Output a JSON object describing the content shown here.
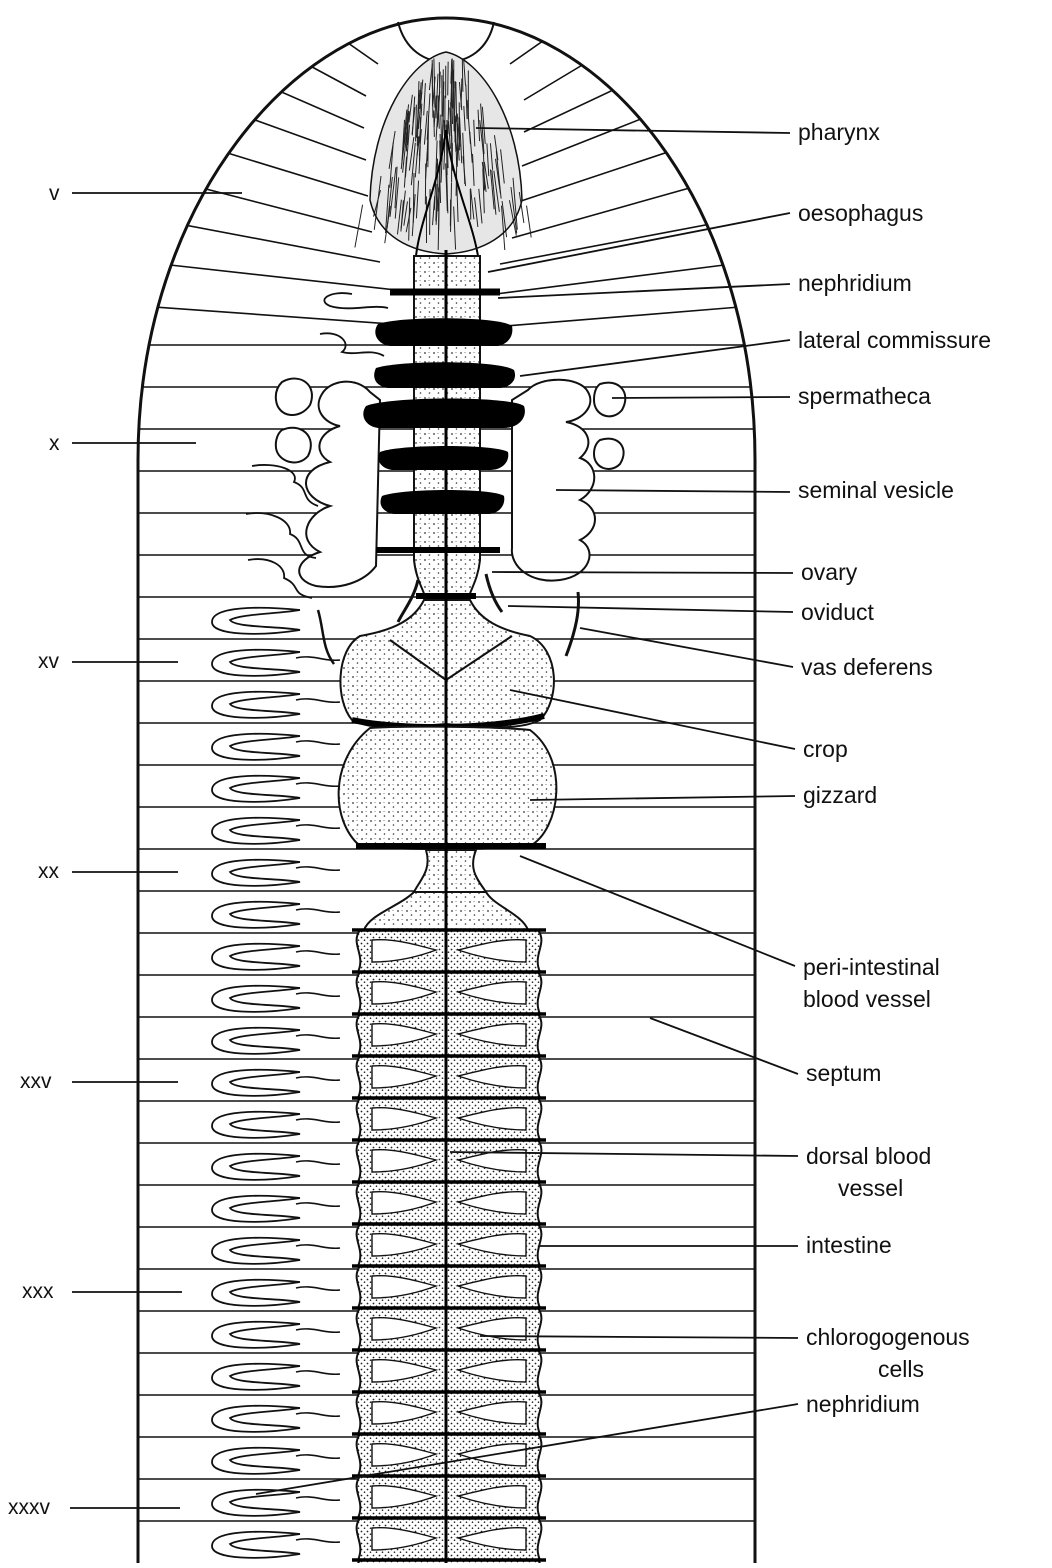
{
  "diagram": {
    "segments": [
      {
        "id": "v",
        "label": "v"
      },
      {
        "id": "x",
        "label": "x"
      },
      {
        "id": "xv",
        "label": "xv"
      },
      {
        "id": "xx",
        "label": "xx"
      },
      {
        "id": "xxv",
        "label": "xxv"
      },
      {
        "id": "xxx",
        "label": "xxx"
      },
      {
        "id": "xxxv",
        "label": "xxxv"
      }
    ],
    "labels": [
      {
        "id": "pharynx",
        "lines": [
          "pharynx"
        ]
      },
      {
        "id": "oesophagus",
        "lines": [
          "oesophagus"
        ]
      },
      {
        "id": "nephridium-1",
        "lines": [
          "nephridium"
        ]
      },
      {
        "id": "lateral-commissure",
        "lines": [
          "lateral commissure"
        ]
      },
      {
        "id": "spermatheca",
        "lines": [
          "spermatheca"
        ]
      },
      {
        "id": "seminal-vesicle",
        "lines": [
          "seminal vesicle"
        ]
      },
      {
        "id": "ovary",
        "lines": [
          "ovary"
        ]
      },
      {
        "id": "oviduct",
        "lines": [
          "oviduct"
        ]
      },
      {
        "id": "vas-deferens",
        "lines": [
          "vas deferens"
        ]
      },
      {
        "id": "crop",
        "lines": [
          "crop"
        ]
      },
      {
        "id": "gizzard",
        "lines": [
          "gizzard"
        ]
      },
      {
        "id": "peri-intestinal-blood-vessel",
        "lines": [
          "peri-intestinal",
          "blood vessel"
        ]
      },
      {
        "id": "septum",
        "lines": [
          "septum"
        ]
      },
      {
        "id": "dorsal-blood-vessel",
        "lines": [
          "dorsal blood",
          "vessel"
        ]
      },
      {
        "id": "intestine",
        "lines": [
          "intestine"
        ]
      },
      {
        "id": "chlorogogenous-cells",
        "lines": [
          "chlorogogenous",
          "cells"
        ]
      },
      {
        "id": "nephridium-2",
        "lines": [
          "nephridium"
        ]
      }
    ]
  }
}
